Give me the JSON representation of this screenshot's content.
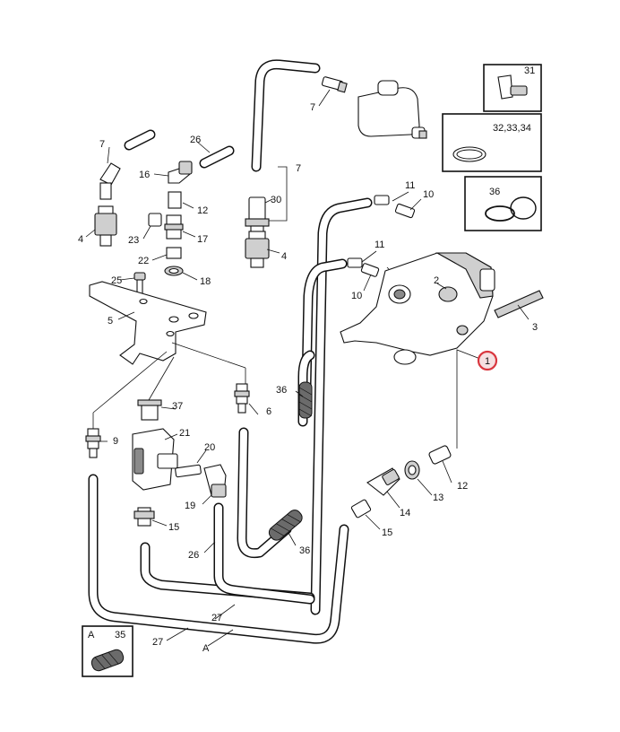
{
  "diagram": {
    "accent_color": "#d9363e",
    "labels": {
      "l1": "1",
      "l2": "2",
      "l3": "3",
      "l4a": "4",
      "l4b": "4",
      "l5": "5",
      "l6": "6",
      "l7a": "7",
      "l7b": "7",
      "l7c": "7",
      "l9": "9",
      "l10a": "10",
      "l10b": "10",
      "l11a": "11",
      "l11b": "11",
      "l12a": "12",
      "l12b": "12",
      "l13": "13",
      "l14": "14",
      "l15a": "15",
      "l15b": "15",
      "l16": "16",
      "l17": "17",
      "l18": "18",
      "l19": "19",
      "l20": "20",
      "l21": "21",
      "l22": "22",
      "l23": "23",
      "l25": "25",
      "l26a": "26",
      "l26b": "26",
      "l27a": "27",
      "l27b": "27",
      "l30": "30",
      "l31": "31",
      "l32": "32,33,34",
      "l35": "35",
      "l36a": "36",
      "l36b": "36",
      "l36c": "36",
      "l37": "37",
      "lA1": "A",
      "lA2": "A"
    }
  }
}
